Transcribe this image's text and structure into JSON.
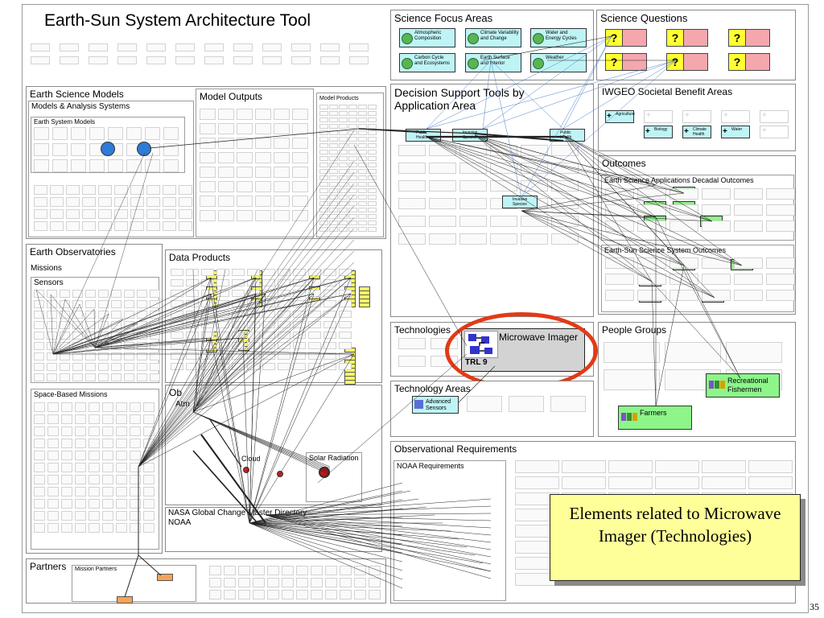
{
  "title": "Earth-Sun System Architecture Tool",
  "page_number": "35",
  "panels": {
    "science_focus_areas": "Science Focus Areas",
    "science_questions": "Science Questions",
    "earth_science_models": "Earth Science Models",
    "models_analysis_systems": "Models & Analysis Systems",
    "earth_system_models": "Earth System Models",
    "model_outputs": "Model Outputs",
    "model_products": "Model Products",
    "decision_support_tools": "Decision Support Tools by Application Area",
    "iwgeo": "IWGEO Societal Benefit Areas",
    "outcomes": "Outcomes",
    "decadal_outcomes": "Earth Science Applications Decadal Outcomes",
    "sun_outcomes": "Earth-Sun Science System Outcomes",
    "earth_observatories": "Earth Observatories",
    "missions": "Missions",
    "sensors": "Sensors",
    "space_based_missions": "Space-Based Missions",
    "data_products": "Data Products",
    "observables": "Ob",
    "observables_sub": "Atm",
    "solar_radiation": "Solar Radiation",
    "cloud": "Cloud",
    "nasa_global_change": "NASA Global Change Master Directory",
    "noaa": "NOAA",
    "technologies": "Technologies",
    "technology_areas": "Technology Areas",
    "people_groups": "People Groups",
    "observational_requirements": "Observational Requirements",
    "noaa_requirements": "NOAA Requirements",
    "partners": "Partners",
    "mission_partners": "Mission Partners"
  },
  "science_focus_areas": [
    "Atmospheric Composition",
    "Climate Variability and Change",
    "Water and Energy Cycles",
    "Carbon Cycle and Ecosystems",
    "Earth Surface and Interior",
    "Weather"
  ],
  "science_question_mark": "?",
  "decision_tools": [
    "Public Health",
    "Invasive Species",
    "Public Health",
    "Invasive Species"
  ],
  "iwgeo_items": [
    "Agriculture",
    "Biology",
    "Climate Health",
    "Water"
  ],
  "microwave": {
    "label": "Microwave Imager",
    "trl": "TRL 9"
  },
  "technology_area_item": "Advanced Sensors",
  "people": [
    "Recreational Fishermen",
    "Farmers"
  ],
  "callout": "Elements related to Microwave Imager (Technologies)",
  "colors": {
    "highlight": "#e23a16",
    "callout_bg": "#ffff99",
    "cyan": "#bff4f6",
    "green": "#8df58a",
    "pink": "#f5a7ae",
    "yellow": "#ffff33"
  }
}
